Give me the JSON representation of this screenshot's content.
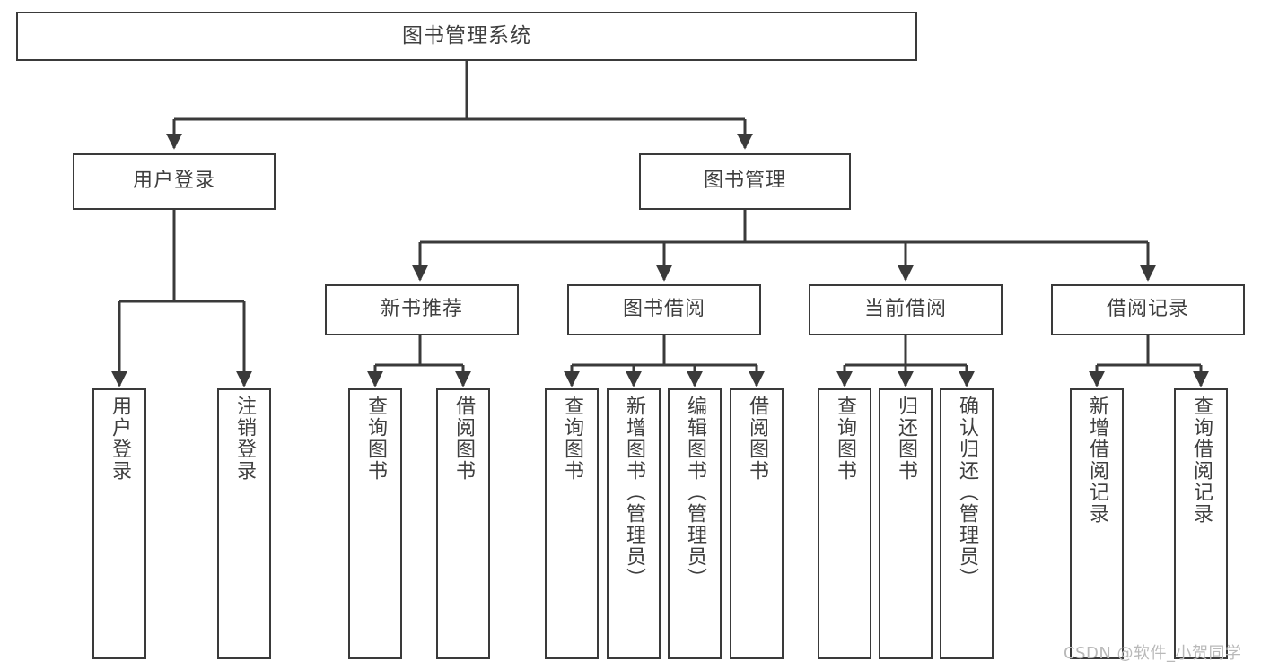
{
  "diagram": {
    "title": "图书管理系统",
    "type": "tree-hierarchy",
    "root": {
      "label": "图书管理系统"
    },
    "level2": [
      {
        "label": "用户登录"
      },
      {
        "label": "图书管理"
      }
    ],
    "level3": [
      {
        "label": "新书推荐"
      },
      {
        "label": "图书借阅"
      },
      {
        "label": "当前借阅"
      },
      {
        "label": "借阅记录"
      }
    ],
    "leaves": {
      "user_login": [
        {
          "label": "用户登录"
        },
        {
          "label": "注销登录"
        }
      ],
      "new_book_recommend": [
        {
          "label": "查询图书"
        },
        {
          "label": "借阅图书"
        }
      ],
      "book_borrow": [
        {
          "label": "查询图书"
        },
        {
          "label": "新增图书（管理员）"
        },
        {
          "label": "编辑图书（管理员）"
        },
        {
          "label": "借阅图书"
        }
      ],
      "current_borrow": [
        {
          "label": "查询图书"
        },
        {
          "label": "归还图书"
        },
        {
          "label": "确认归还（管理员）"
        }
      ],
      "borrow_record": [
        {
          "label": "新增借阅记录"
        },
        {
          "label": "查询借阅记录"
        }
      ]
    }
  },
  "watermark": {
    "text": "CSDN @软件_小贺同学"
  },
  "colors": {
    "stroke": "#3a3a3a",
    "text": "#3f3f3f",
    "background": "#ffffff",
    "watermark": "#b9b9b9"
  }
}
